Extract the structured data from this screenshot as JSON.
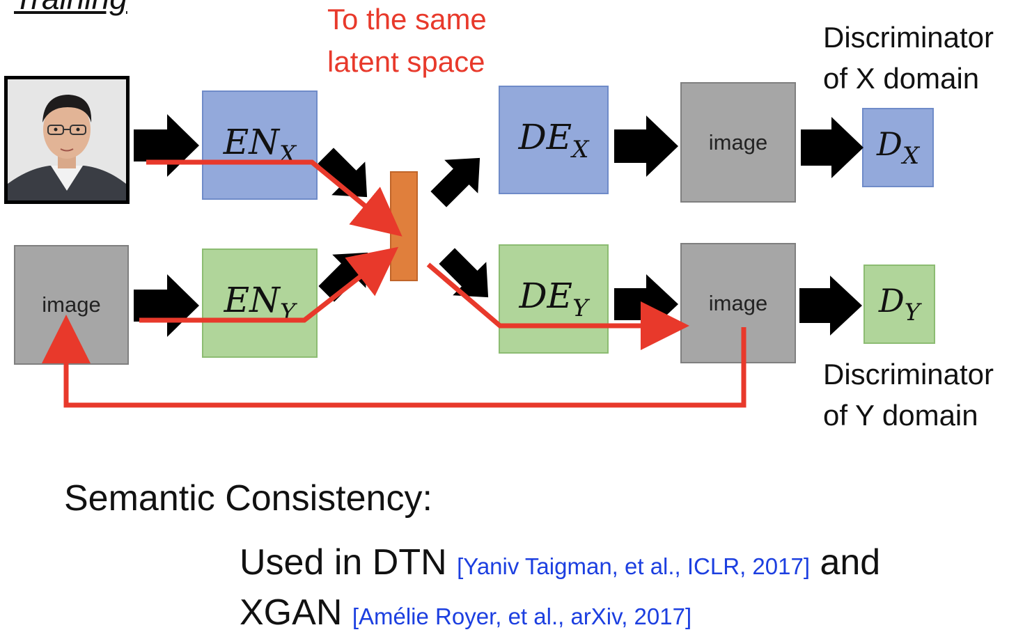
{
  "heading": "Training",
  "note": {
    "line1": "To the same",
    "line2": "latent space"
  },
  "blocks": {
    "en_x": {
      "base": "EN",
      "sub": "X"
    },
    "en_y": {
      "base": "EN",
      "sub": "Y"
    },
    "de_x": {
      "base": "DE",
      "sub": "X"
    },
    "de_y": {
      "base": "DE",
      "sub": "Y"
    },
    "d_x": {
      "base": "D",
      "sub": "X"
    },
    "d_y": {
      "base": "D",
      "sub": "Y"
    }
  },
  "image_label": "image",
  "disc_x": {
    "line1": "Discriminator",
    "line2": "of X domain"
  },
  "disc_y": {
    "line1": "Discriminator",
    "line2": "of Y domain"
  },
  "semantic": "Semantic Consistency:",
  "used_in": {
    "prefix": "Used in DTN",
    "cite1": "[Yaniv Taigman, et al., ICLR, 2017]",
    "and": "and",
    "xgan": "XGAN",
    "cite2": "[Amélie Royer, et al., arXiv, 2017]"
  },
  "colors": {
    "encoder_x": "#93a9db",
    "encoder_y": "#b0d59a",
    "image_box": "#a6a6a6",
    "latent": "#e07f3c",
    "path_arrow": "#e8392b",
    "citation": "#1c3fe0"
  }
}
